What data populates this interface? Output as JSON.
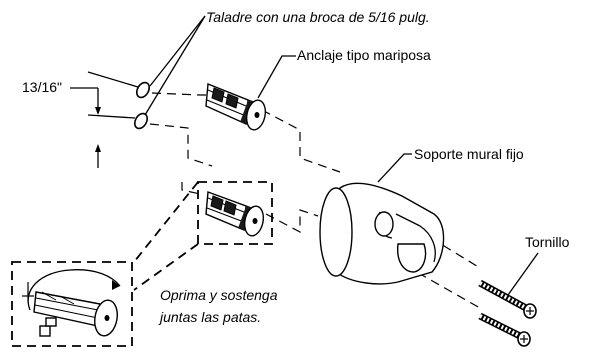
{
  "labels": {
    "drill": "Taladre con una broca de 5/16 pulg.",
    "dimension": "13/16\"",
    "anchor": "Anclaje tipo mariposa",
    "bracket": "Soporte mural fijo",
    "screw": "Tornillo",
    "squeeze_line1": "Oprima y sostenga",
    "squeeze_line2": "juntas las patas."
  }
}
